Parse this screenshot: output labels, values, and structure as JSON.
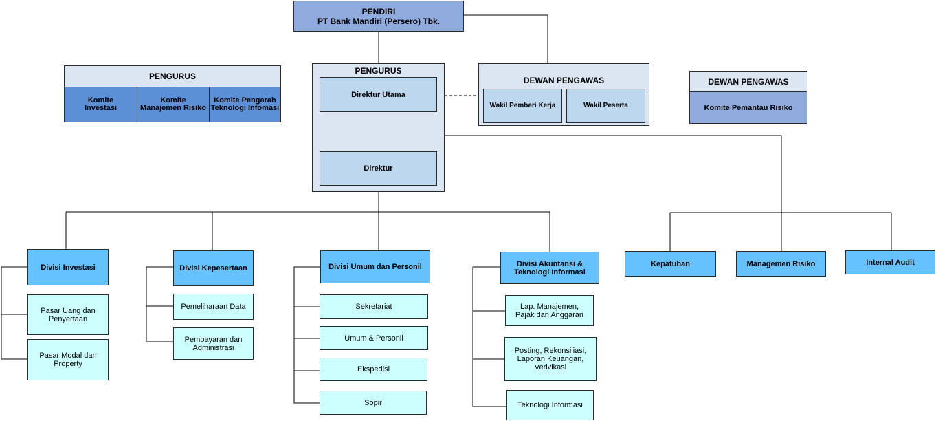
{
  "founder": {
    "title": "PENDIRI",
    "name": "PT Bank Mandiri (Persero) Tbk."
  },
  "pengurus_left": {
    "title": "PENGURUS",
    "committees": [
      "Komite Investasi",
      "Komite Manajemen Risiko",
      "Komite Pengarah Teknologi Infomasi"
    ]
  },
  "pengurus_center": {
    "title": "PENGURUS",
    "director_main": "Direktur Utama",
    "director": "Direktur"
  },
  "dewan_center": {
    "title": "DEWAN  PENGAWAS",
    "members": [
      "Wakil Pemberi Kerja",
      "Wakil Peserta"
    ]
  },
  "dewan_right": {
    "title": "DEWAN  PENGAWAS",
    "committee": "Komite Pemantau Risiko"
  },
  "divisions": [
    {
      "name": "Divisi Investasi",
      "units": [
        "Pasar Uang dan Penyertaan",
        "Pasar Modal dan Property"
      ]
    },
    {
      "name": "Divisi Kepesertaan",
      "units": [
        "Pemeliharaan  Data",
        "Pembayaran dan Administrasi"
      ]
    },
    {
      "name": "Divisi Umum dan Personil",
      "units": [
        "Sekretariat",
        "Umum  & Personil",
        "Ekspedisi",
        "Sopir"
      ]
    },
    {
      "name": "Divisi Akuntansi & Teknologi Informasi",
      "units": [
        "Lap. Manajemen, Pajak dan Anggaran",
        "Posting, Rekonsiliasi, Laporan Keuangan, Verivikasi",
        "Teknologi Informasi"
      ]
    }
  ],
  "support_units": [
    "Kepatuhan",
    "Managemen Risiko",
    "Internal Audit"
  ],
  "colors": {
    "founder_fill": "#8faadc",
    "committee_fill": "#5b8fd6",
    "header_fill": "#dce6f2",
    "director_fill": "#bdd7ee",
    "division_fill": "#66c2ff",
    "unit_fill": "#ccffff",
    "line": "#000000"
  }
}
